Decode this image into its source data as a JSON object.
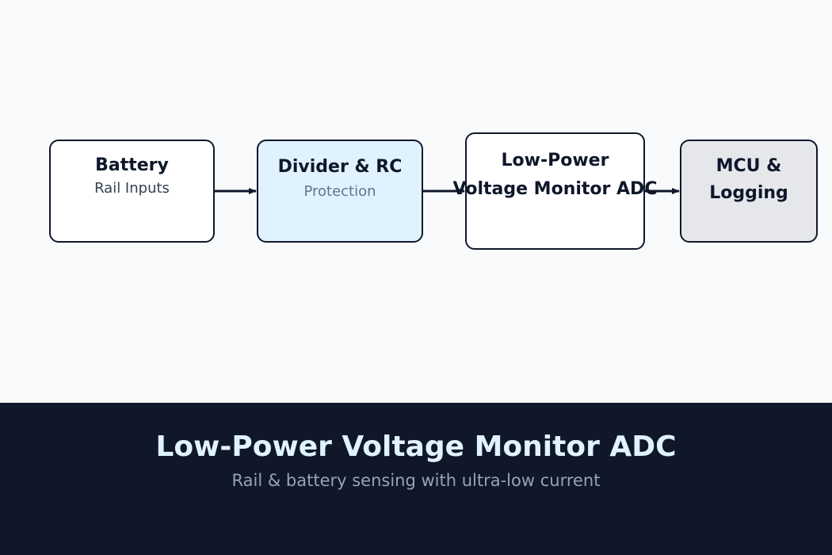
{
  "diagram": {
    "nodes": [
      {
        "title": "Battery",
        "subtitle": "Rail Inputs"
      },
      {
        "title": "Divider & RC",
        "subtitle": "Protection"
      },
      {
        "title": "Low-Power\nVoltage Monitor ADC"
      },
      {
        "title": "MCU &\nLogging"
      }
    ]
  },
  "footer": {
    "title": "Low-Power Voltage Monitor ADC",
    "subtitle": "Rail & battery sensing with ultra-low current"
  },
  "colors": {
    "background": "#f8fafc",
    "node_border": "#0f172a",
    "divider_fill": "#e0f2fe",
    "mcu_fill": "#e5e7eb",
    "footer_bg": "#0f1729",
    "footer_title": "#e0f2fe",
    "footer_subtitle": "#94a3b8"
  }
}
